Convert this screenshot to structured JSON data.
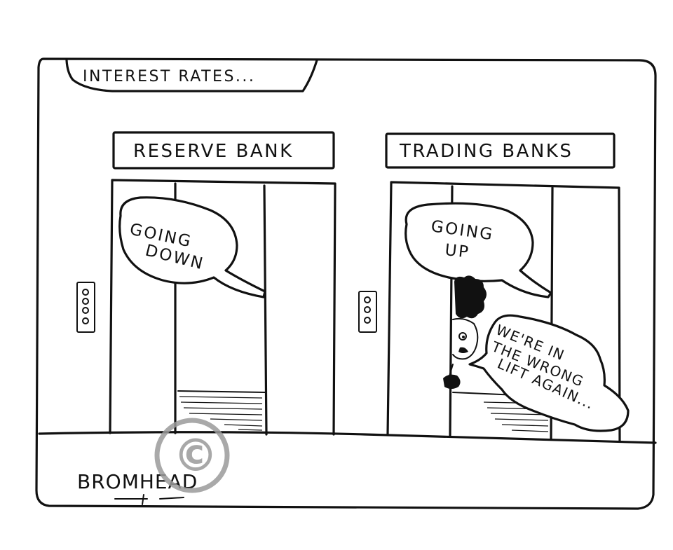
{
  "caption": "INTEREST RATES...",
  "left_lift": {
    "sign": "RESERVE BANK",
    "speech_line1": "GOING",
    "speech_line2": "DOWN"
  },
  "right_lift": {
    "sign": "TRADING BANKS",
    "speech_line1": "GOING",
    "speech_line2": "UP"
  },
  "character_speech": {
    "line1": "WE'RE IN",
    "line2": "THE WRONG",
    "line3": "LIFT AGAIN..."
  },
  "signature": "BROMHEAD",
  "watermark": "©"
}
